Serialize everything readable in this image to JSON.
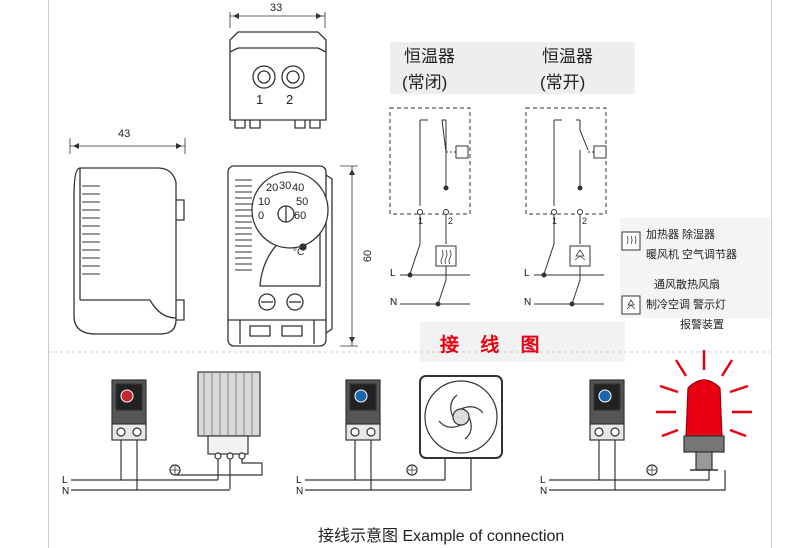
{
  "dimensions": {
    "width_top": "33",
    "width_side": "43",
    "height": "60"
  },
  "front_view": {
    "terminals": [
      "1",
      "2"
    ],
    "dial_numbers": [
      "20",
      "30",
      "40",
      "10",
      "50",
      "0",
      "60"
    ],
    "unit": "°C"
  },
  "thermostats": [
    {
      "title": "恒温器",
      "subtitle": "(常闭)",
      "terminals": [
        "1",
        "2"
      ]
    },
    {
      "title": "恒温器",
      "subtitle": "(常开)",
      "terminals": [
        "1",
        "2"
      ]
    }
  ],
  "line_labels": {
    "line": "L",
    "neutral": "N"
  },
  "legend": {
    "heater": "加热器 除湿器",
    "heater2": "暖风机 空气调节器",
    "fan": "通风散热风扇",
    "fan2": "制冷空调 警示灯",
    "fan3": "报警装置"
  },
  "center_title": "接 线 图",
  "caption": "接线示意图 Example of connection",
  "colors": {
    "title_red": "#e60012",
    "line": "#333333",
    "panel_gray": "#eeeeee",
    "beacon_red": "#e60012"
  }
}
